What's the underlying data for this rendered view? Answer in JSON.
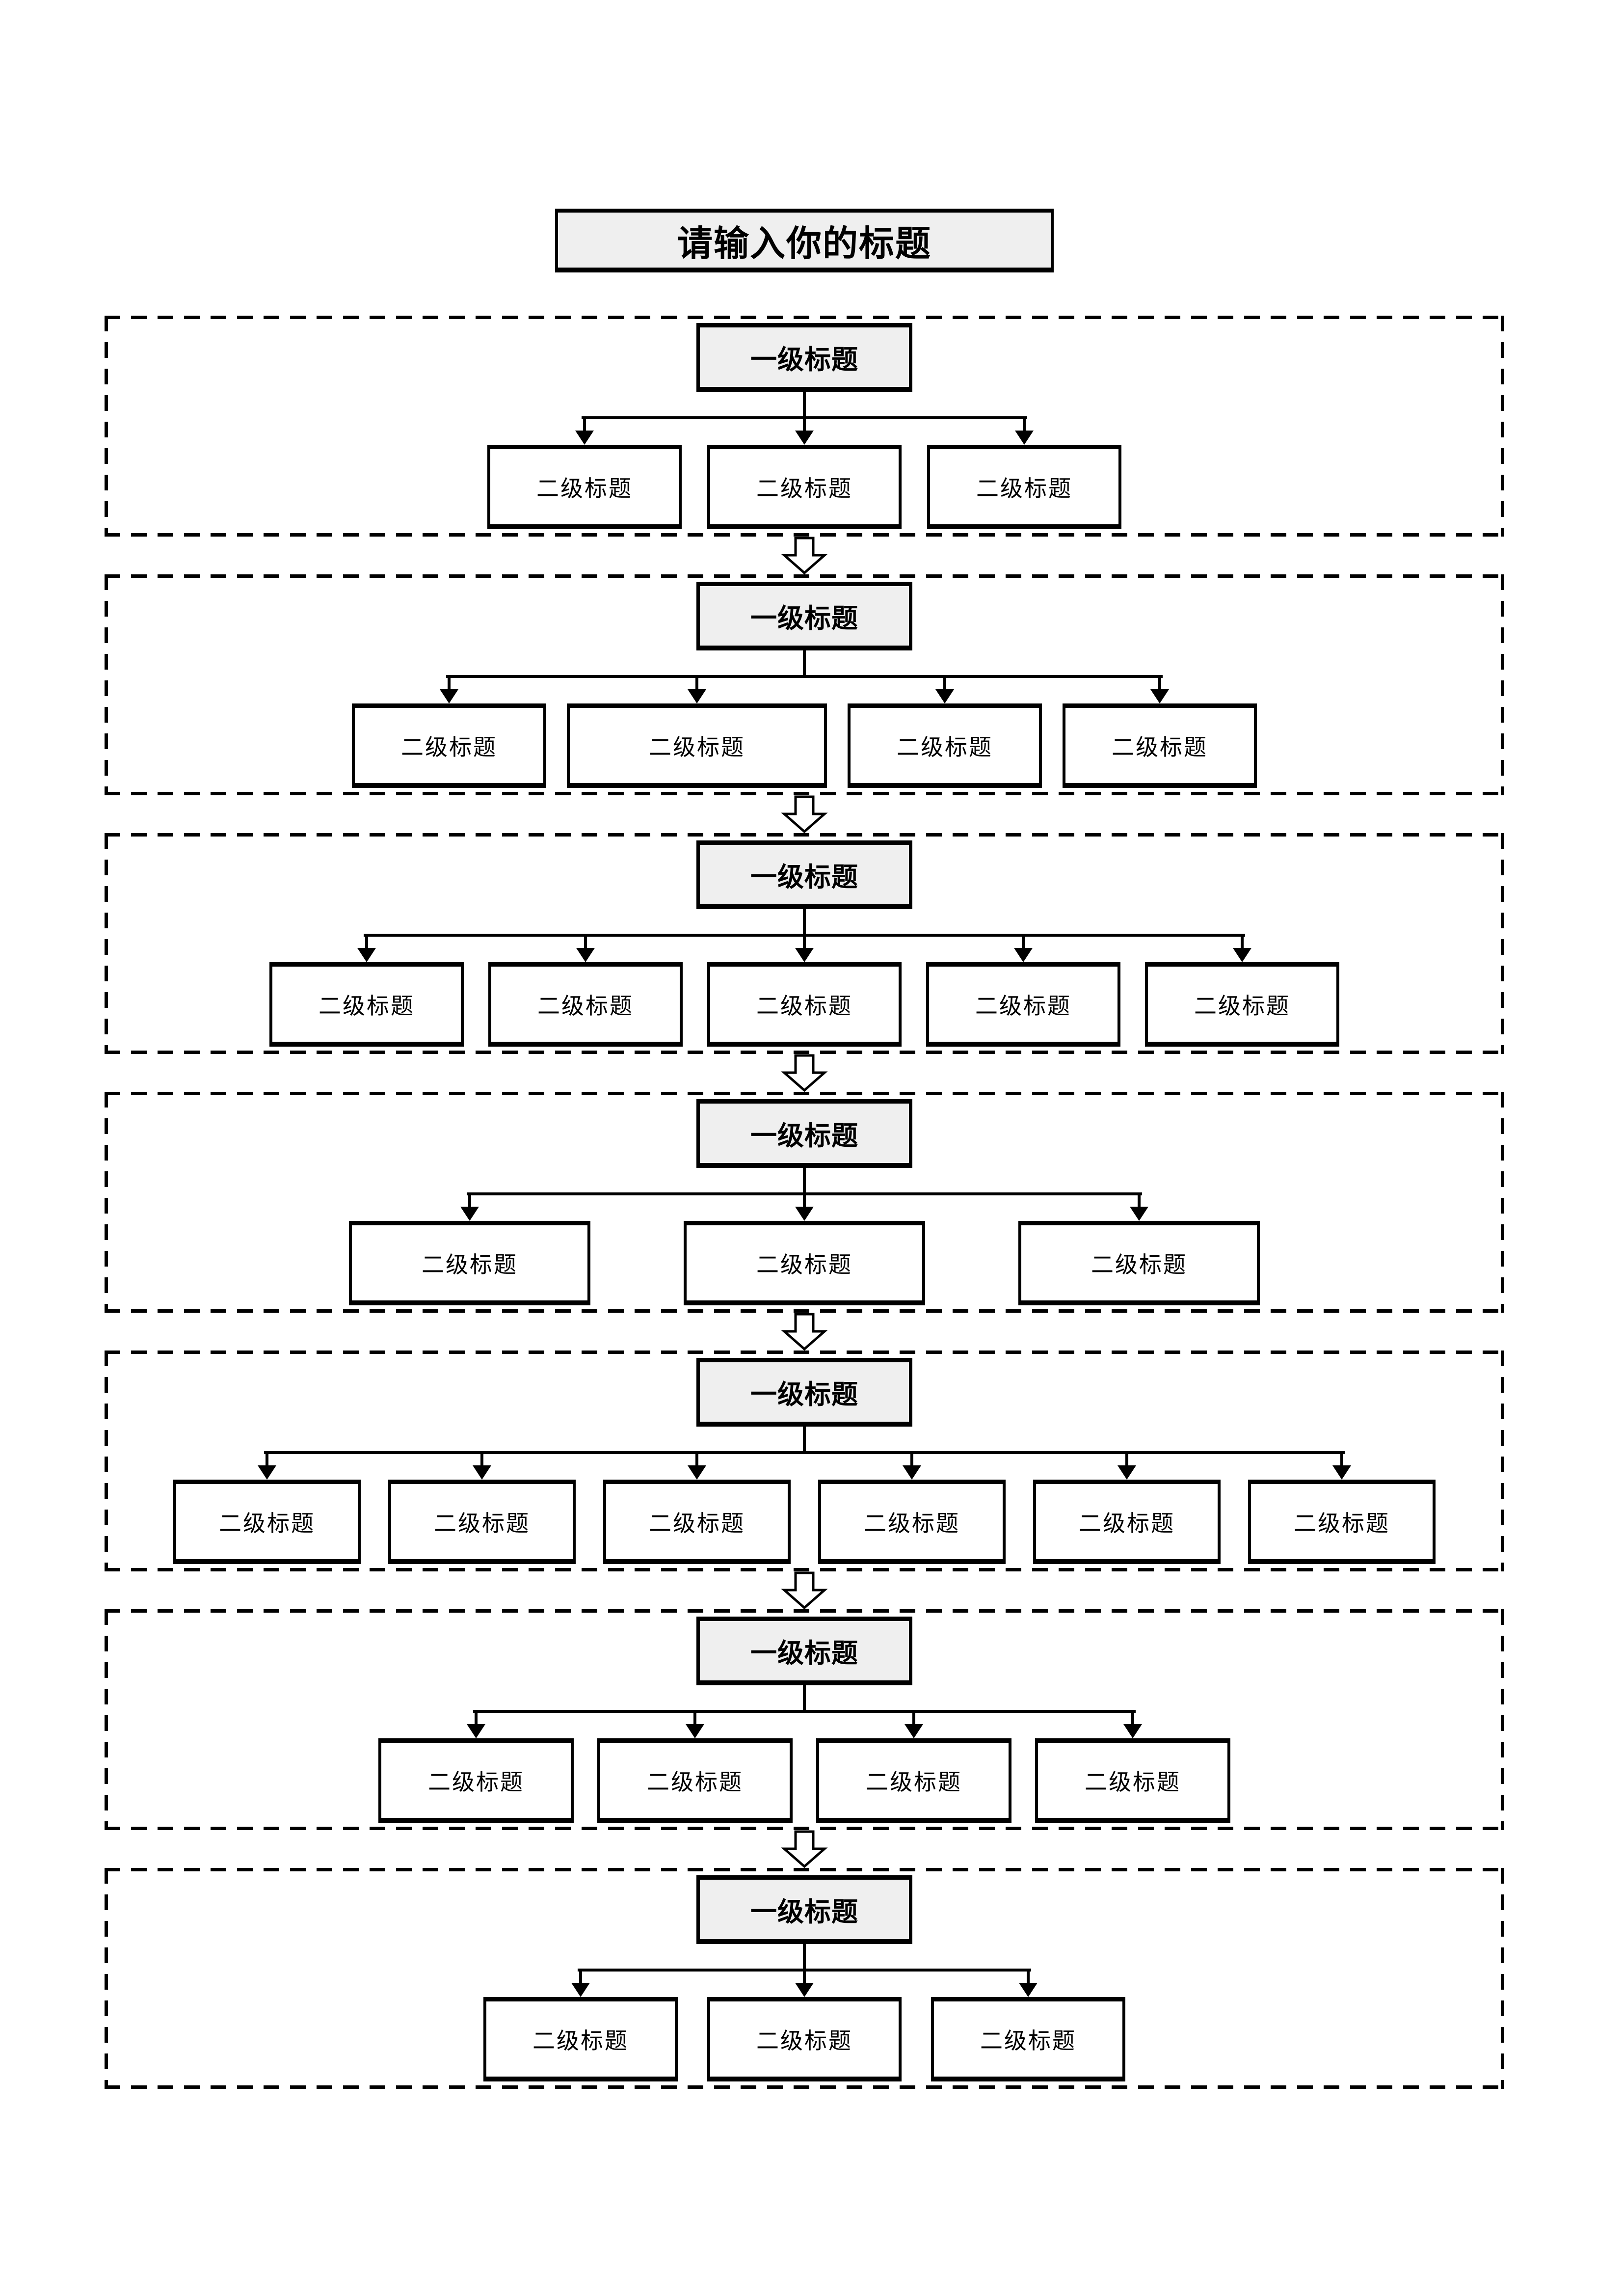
{
  "page": {
    "title": "请输入你的标题"
  },
  "sections": [
    {
      "parent": "一级标题",
      "children": [
        "二级标题",
        "二级标题",
        "二级标题"
      ]
    },
    {
      "parent": "一级标题",
      "children": [
        "二级标题",
        "二级标题",
        "二级标题",
        "二级标题"
      ]
    },
    {
      "parent": "一级标题",
      "children": [
        "二级标题",
        "二级标题",
        "二级标题",
        "二级标题",
        "二级标题"
      ]
    },
    {
      "parent": "一级标题",
      "children": [
        "二级标题",
        "二级标题",
        "二级标题"
      ]
    },
    {
      "parent": "一级标题",
      "children": [
        "二级标题",
        "二级标题",
        "二级标题",
        "二级标题",
        "二级标题",
        "二级标题"
      ]
    },
    {
      "parent": "一级标题",
      "children": [
        "二级标题",
        "二级标题",
        "二级标题",
        "二级标题"
      ]
    },
    {
      "parent": "一级标题",
      "children": [
        "二级标题",
        "二级标题",
        "二级标题"
      ]
    }
  ],
  "icons": {
    "section_connector": "down-block-arrow",
    "child_connector": "down-triangle-arrowhead"
  },
  "colors": {
    "line": "#000000",
    "title_fill": "#efefef",
    "level1_fill": "#efefef",
    "level2_fill": "#ffffff",
    "background": "#ffffff"
  }
}
